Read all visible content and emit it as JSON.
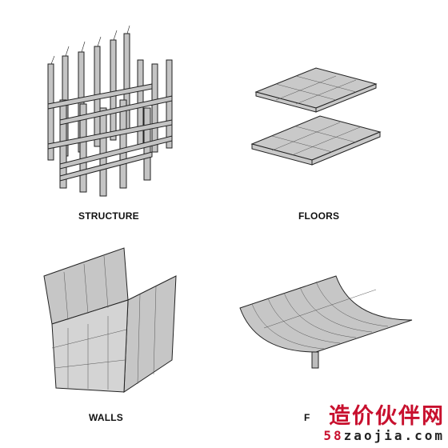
{
  "panels": {
    "structure": {
      "caption": "STRUCTURE"
    },
    "floors": {
      "caption": "FLOORS"
    },
    "walls": {
      "caption": "WALLS"
    },
    "roof": {
      "caption": "F"
    }
  },
  "watermark": {
    "chinese": "造价伙伴网",
    "url_prefix": "58",
    "url_rest": "zaojia.com"
  },
  "colors": {
    "line": "#222222",
    "fill": "#bdbdbd",
    "fill_light": "#d9d9d9",
    "watermark": "#c8102e"
  }
}
